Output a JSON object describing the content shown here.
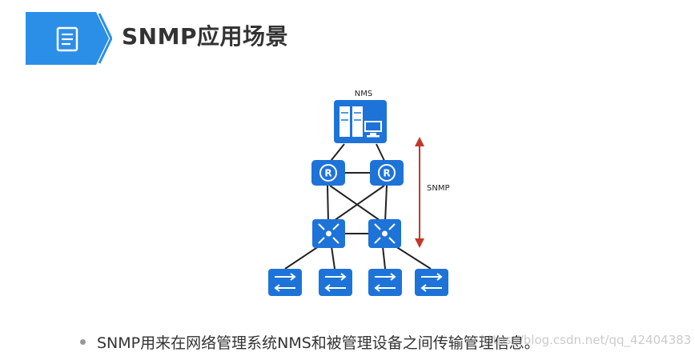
{
  "slide": {
    "title": "SNMP应用场景",
    "title_icon": "document-list-icon",
    "accent_color": "#2b8fe8"
  },
  "diagram": {
    "nms_label": "NMS",
    "protocol_label": "SNMP",
    "nodes": {
      "nms": "server-workstation-icon",
      "routers": [
        "router-icon",
        "router-icon"
      ],
      "core_switches": [
        "core-switch-icon",
        "core-switch-icon"
      ],
      "access_switches": [
        "switch-icon",
        "switch-icon",
        "switch-icon",
        "switch-icon"
      ]
    },
    "device_color": "#1e73d8",
    "arrow_color": "#c0392b"
  },
  "bullets": [
    "SNMP用来在网络管理系统NMS和被管理设备之间传输管理信息。"
  ],
  "watermark": "https://blog.csdn.net/qq_42404383"
}
